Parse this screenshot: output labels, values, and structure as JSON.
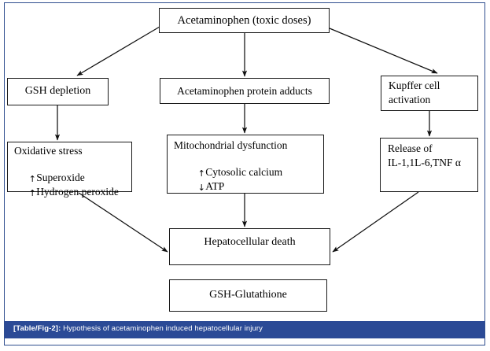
{
  "figure": {
    "caption_tag": "[Table/Fig-2]:",
    "caption_text": " Hypothesis of acetaminophen induced hepatocellular injury",
    "frame_border_color": "#2f4e8f",
    "caption_bar_color": "#2b4a96",
    "caption_text_color": "#ffffff",
    "box_border_color": "#1a1a1a",
    "background_color": "#ffffff"
  },
  "nodes": {
    "acetaminophen_toxic": {
      "label": "Acetaminophen (toxic doses)"
    },
    "gsh_depletion": {
      "label": "GSH depletion"
    },
    "protein_adducts": {
      "label": "Acetaminophen protein adducts"
    },
    "kupffer_activation": {
      "line1": "Kupffer cell",
      "line2": "activation"
    },
    "oxidative_stress": {
      "line1": "Oxidative stress",
      "line2_arrow": "↑",
      "line2": "Superoxide",
      "line3_arrow": "↑",
      "line3": "Hydrogen peroxide"
    },
    "mitochondrial_dysfunction": {
      "line1": "Mitochondrial dysfunction",
      "line2_arrow": "↑",
      "line2": "Cytosolic calcium",
      "line3_arrow": "↓",
      "line3": "ATP"
    },
    "cytokine_release": {
      "line1": "Release of",
      "line2": "IL-1,1L-6,TNF α"
    },
    "hepatocellular_death": {
      "label": "Hepatocellular death"
    },
    "gsh_legend": {
      "label": "GSH-Glutathione"
    }
  },
  "edges": [
    {
      "name": "acetaminophen-to-gsh-depletion",
      "from": "acetaminophen_toxic",
      "to": "gsh_depletion"
    },
    {
      "name": "acetaminophen-to-protein-adducts",
      "from": "acetaminophen_toxic",
      "to": "protein_adducts"
    },
    {
      "name": "acetaminophen-to-kupffer",
      "from": "acetaminophen_toxic",
      "to": "kupffer_activation"
    },
    {
      "name": "gsh-depletion-to-oxidative-stress",
      "from": "gsh_depletion",
      "to": "oxidative_stress"
    },
    {
      "name": "protein-adducts-to-mitochondrial",
      "from": "protein_adducts",
      "to": "mitochondrial_dysfunction"
    },
    {
      "name": "kupffer-to-cytokine-release",
      "from": "kupffer_activation",
      "to": "cytokine_release"
    },
    {
      "name": "oxidative-stress-to-hepatocellular-death",
      "from": "oxidative_stress",
      "to": "hepatocellular_death"
    },
    {
      "name": "mitochondrial-to-hepatocellular-death",
      "from": "mitochondrial_dysfunction",
      "to": "hepatocellular_death"
    },
    {
      "name": "cytokine-release-to-hepatocellular-death",
      "from": "cytokine_release",
      "to": "hepatocellular_death"
    }
  ]
}
